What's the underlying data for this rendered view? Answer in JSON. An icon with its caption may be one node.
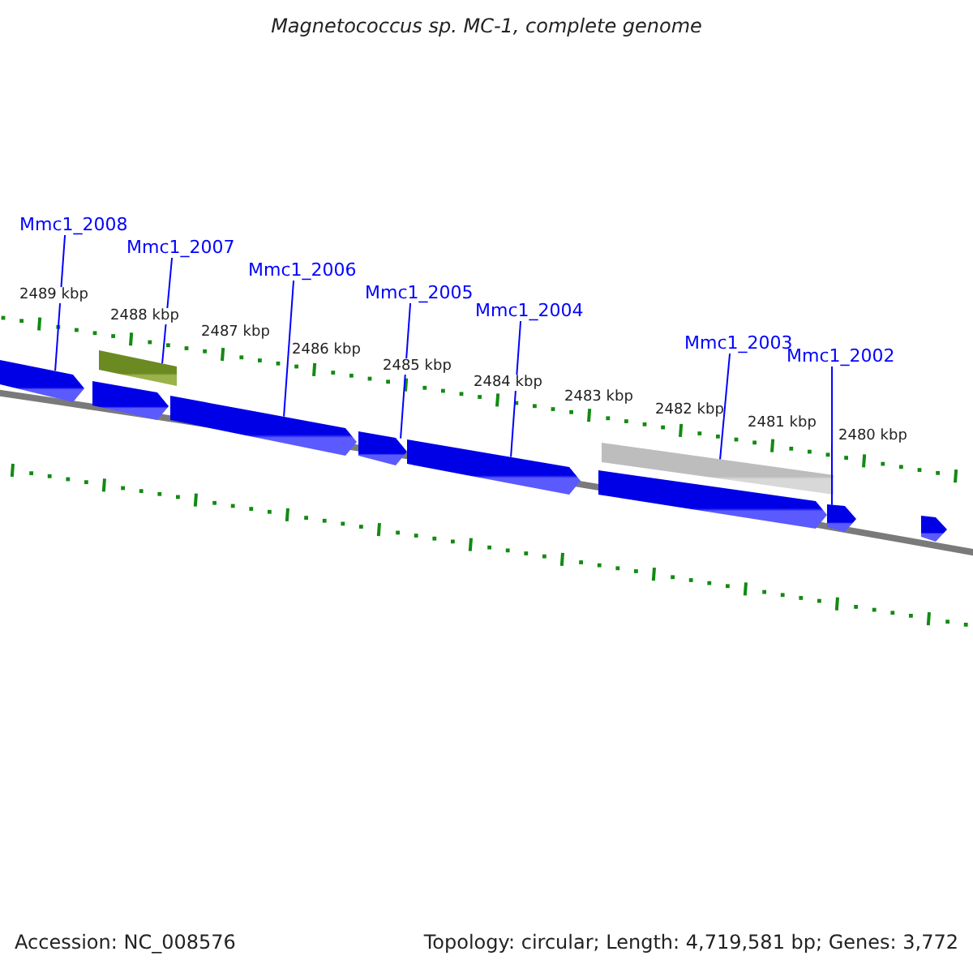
{
  "diagram": {
    "title": "Magnetococcus sp. MC-1, complete genome",
    "nodes": [
      {
        "text": [
          "Mmc1_2008"
        ]
      },
      {
        "text": [
          "Mmc1_2007"
        ]
      },
      {
        "text": [
          "Mmc1_2006"
        ]
      },
      {
        "text": [
          "Mmc1_2005"
        ]
      },
      {
        "text": [
          "Mmc1_2004"
        ]
      },
      {
        "text": [
          "Mmc1_2003"
        ]
      },
      {
        "text": [
          "Mmc1_2002"
        ]
      },
      {
        "text": [],
        "shape": "box"
      },
      {
        "text": [],
        "shape": "bar"
      },
      {
        "text": [],
        "shape": "box"
      },
      {
        "text": [],
        "shape": "box"
      },
      {
        "text": [],
        "shape": "box"
      },
      {
        "text": [],
        "shape": "box"
      },
      {
        "text": [],
        "shape": "bar"
      },
      {
        "text": [],
        "shape": "box"
      },
      {
        "text": [],
        "shape": "box"
      },
      {
        "text": [],
        "shape": "box"
      }
    ],
    "edges": [
      {
        "from": 0,
        "to": 7,
        "arrow": "none"
      },
      {
        "from": 1,
        "to": 8,
        "arrow": "none"
      },
      {
        "from": 2,
        "to": 10,
        "arrow": "none"
      },
      {
        "from": 3,
        "to": 11,
        "arrow": "none"
      },
      {
        "from": 4,
        "to": 12,
        "arrow": "none"
      },
      {
        "from": 5,
        "to": 13,
        "arrow": "none"
      },
      {
        "from": 6,
        "to": 15,
        "arrow": "none"
      }
    ],
    "labels": [
      "2489 kbp",
      "2488 kbp",
      "2487 kbp",
      "2486 kbp",
      "2485 kbp",
      "2484 kbp",
      "2483 kbp",
      "2482 kbp",
      "2481 kbp",
      "2480 kbp",
      "Accession: NC_008576",
      "Topology: circular; Length: 4,719,581 bp; Genes: 3,772"
    ]
  }
}
